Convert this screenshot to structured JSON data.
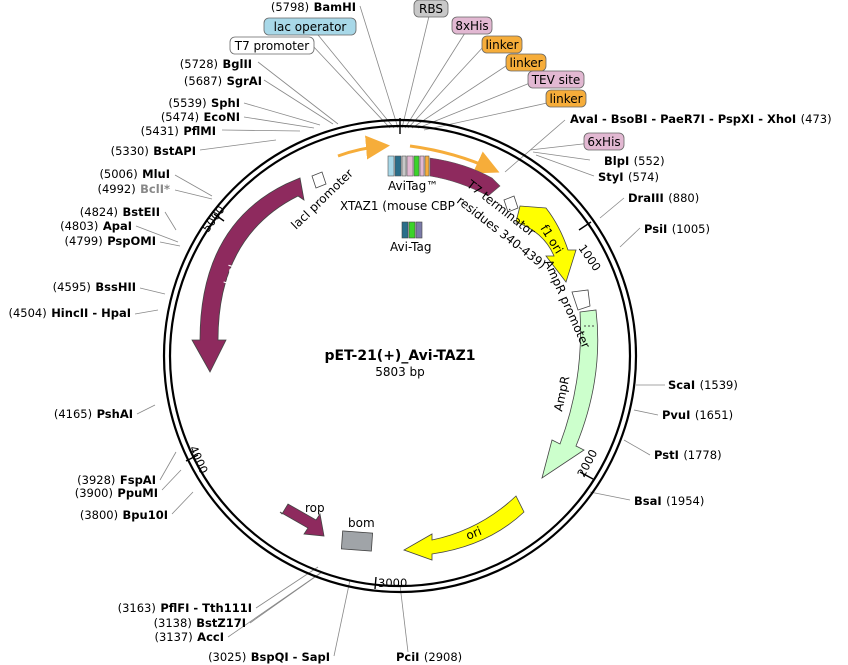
{
  "plasmid": {
    "name": "pET-21(+)_Avi-TAZ1",
    "size": "5803 bp"
  },
  "ticks": [
    {
      "label": "1000"
    },
    {
      "label": "2000"
    },
    {
      "label": "3000"
    },
    {
      "label": "4000"
    },
    {
      "label": "5000"
    }
  ],
  "tags": [
    {
      "text": "lac operator",
      "color": "#a8d8e8"
    },
    {
      "text": "T7 promoter",
      "color": "#ffffff"
    },
    {
      "text": "RBS",
      "color": "#c8c8c8"
    },
    {
      "text": "8xHis",
      "color": "#e2b8d2"
    },
    {
      "text": "linker",
      "color": "#f6ad3a"
    },
    {
      "text": "linker",
      "color": "#f6ad3a"
    },
    {
      "text": "TEV site",
      "color": "#e2b8d2"
    },
    {
      "text": "linker",
      "color": "#f6ad3a"
    },
    {
      "text": "6xHis",
      "color": "#e2b8d2"
    }
  ],
  "sites_left": [
    {
      "pos": "(5798)",
      "name": "BamHI"
    },
    {
      "pos": "(5728)",
      "name": "BglII"
    },
    {
      "pos": "(5687)",
      "name": "SgrAI"
    },
    {
      "pos": "(5539)",
      "name": "SphI"
    },
    {
      "pos": "(5474)",
      "name": "EcoNI"
    },
    {
      "pos": "(5431)",
      "name": "PflMI"
    },
    {
      "pos": "(5330)",
      "name": "BstAPI"
    },
    {
      "pos": "(5006)",
      "name": "MluI"
    },
    {
      "pos": "(4992)",
      "name": "BclI*"
    },
    {
      "pos": "(4824)",
      "name": "BstEII"
    },
    {
      "pos": "(4803)",
      "name": "ApaI"
    },
    {
      "pos": "(4799)",
      "name": "PspOMI"
    },
    {
      "pos": "(4595)",
      "name": "BssHII"
    },
    {
      "pos": "(4504)",
      "name": "HincII - HpaI"
    },
    {
      "pos": "(4165)",
      "name": "PshAI"
    },
    {
      "pos": "(3928)",
      "name": "FspAI"
    },
    {
      "pos": "(3900)",
      "name": "PpuMI"
    },
    {
      "pos": "(3800)",
      "name": "Bpu10I"
    },
    {
      "pos": "(3163)",
      "name": "PflFI - Tth111I"
    },
    {
      "pos": "(3138)",
      "name": "BstZ17I"
    },
    {
      "pos": "(3137)",
      "name": "AccI"
    },
    {
      "pos": "(3025)",
      "name": "BspQI - SapI"
    }
  ],
  "sites_right": [
    {
      "name": "AvaI - BsoBI - PaeR7I - PspXI - XhoI",
      "pos": "(473)"
    },
    {
      "name": "BlpI",
      "pos": "(552)"
    },
    {
      "name": "StyI",
      "pos": "(574)"
    },
    {
      "name": "DraIII",
      "pos": "(880)"
    },
    {
      "name": "PsiI",
      "pos": "(1005)"
    },
    {
      "name": "ScaI",
      "pos": "(1539)"
    },
    {
      "name": "PvuI",
      "pos": "(1651)"
    },
    {
      "name": "PstI",
      "pos": "(1778)"
    },
    {
      "name": "BsaI",
      "pos": "(1954)"
    },
    {
      "name": "PciI",
      "pos": "(2908)"
    }
  ],
  "features": {
    "laci": "lacI",
    "laci_promoter": "lacI promoter",
    "avitag": "AviTag™",
    "taz1_line1": "XTAZ1 (mouse CBP",
    "taz1_line2": "residues 340-439)",
    "t7_terminator": "T7 terminator",
    "f1_ori": "f1 ori",
    "ampr_promoter": "AmpR promoter",
    "ampr": "AmpR",
    "ori": "ori",
    "rop": "rop",
    "bom": "bom",
    "avi_tag_legend": "Avi-Tag"
  },
  "colors": {
    "laci": "#8e2a5e",
    "taz1": "#8e2a5e",
    "rop": "#8e2a5e",
    "f1_ori": "#ffff00",
    "ori": "#ffff00",
    "ampr": "#ccffcc",
    "bom": "#a0a4a8",
    "insert_arrow": "#f6ad3a"
  }
}
